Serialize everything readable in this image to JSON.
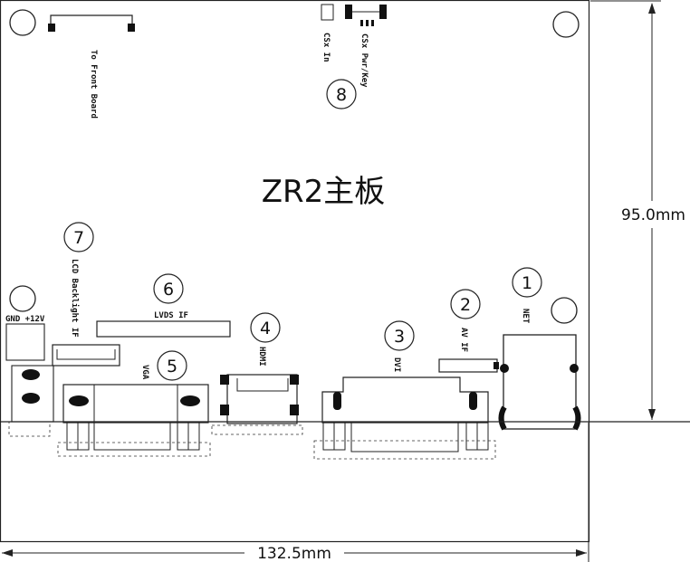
{
  "board": {
    "title": "ZR2主板",
    "width_label": "132.5mm",
    "height_label": "95.0mm"
  },
  "connectors": {
    "to_front_board": "To Front Board",
    "csx_in": "CSx In",
    "csx_pwr_key": "CSx Pwr/Key",
    "lcd_backlight_if": "LCD Backlight IF",
    "lvds_if": "LVDS IF",
    "hdmi": "HDMI",
    "dvi": "DVI",
    "av_if": "AV IF",
    "net": "NET",
    "vga": "VGA",
    "power": "GND  +12V"
  },
  "markers": [
    {
      "id": "1",
      "label": "1"
    },
    {
      "id": "2",
      "label": "2"
    },
    {
      "id": "3",
      "label": "3"
    },
    {
      "id": "4",
      "label": "4"
    },
    {
      "id": "5",
      "label": "5"
    },
    {
      "id": "6",
      "label": "6"
    },
    {
      "id": "7",
      "label": "7"
    },
    {
      "id": "8",
      "label": "8"
    }
  ]
}
